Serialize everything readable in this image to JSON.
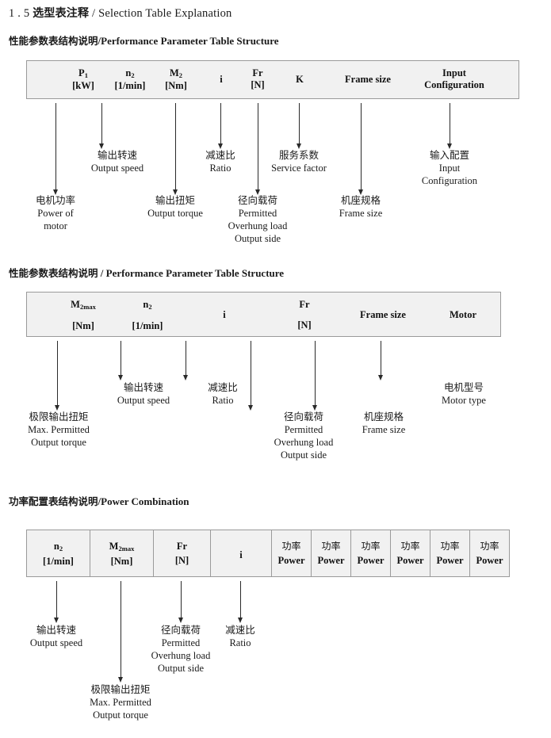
{
  "document": {
    "section_number": "1 . 5",
    "title_cn": "选型表注释",
    "title_sep": "/",
    "title_en": "Selection Table Explanation"
  },
  "sections": [
    {
      "heading_cn": "性能参数表结构说明",
      "heading_sep": "/",
      "heading_en": "Performance Parameter Table Structure",
      "table": {
        "columns": [
          {
            "line1": "P",
            "sub1": "1",
            "line2": "[kW]"
          },
          {
            "line1": "n",
            "sub1": "2",
            "line2": "[1/min]"
          },
          {
            "line1": "M",
            "sub1": "2",
            "line2": "[Nm]"
          },
          {
            "line1": "i",
            "sub1": "",
            "line2": ""
          },
          {
            "line1": "Fr",
            "sub1": "",
            "line2": "[N]"
          },
          {
            "line1": "K",
            "sub1": "",
            "line2": ""
          },
          {
            "line1": "Frame size",
            "sub1": "",
            "line2": ""
          },
          {
            "line1": "Input",
            "sub1": "",
            "line2": "Configuration"
          }
        ]
      },
      "notes": [
        {
          "cn": "电机功率",
          "en1": "Power of",
          "en2": "motor",
          "en3": ""
        },
        {
          "cn": "输出转速",
          "en1": "Output speed",
          "en2": "",
          "en3": ""
        },
        {
          "cn": "输出扭矩",
          "en1": "Output torque",
          "en2": "",
          "en3": ""
        },
        {
          "cn": "减速比",
          "en1": "Ratio",
          "en2": "",
          "en3": ""
        },
        {
          "cn": "径向载荷",
          "en1": "Permitted",
          "en2": "Overhung load",
          "en3": "Output side"
        },
        {
          "cn": "服务系数",
          "en1": "Service factor",
          "en2": "",
          "en3": ""
        },
        {
          "cn": "机座规格",
          "en1": "Frame size",
          "en2": "",
          "en3": ""
        },
        {
          "cn": "输入配置",
          "en1": "Input",
          "en2": "Configuration",
          "en3": ""
        }
      ]
    },
    {
      "heading_cn": "性能参数表结构说明",
      "heading_sep": "/",
      "heading_en": "Performance Parameter Table Structure",
      "table": {
        "columns": [
          {
            "line1": "M",
            "sub1": "2max",
            "line2": "[Nm]"
          },
          {
            "line1": "n",
            "sub1": "2",
            "line2": "[1/min]"
          },
          {
            "line1": "i",
            "sub1": "",
            "line2": ""
          },
          {
            "line1": "Fr",
            "sub1": "",
            "line2": "[N]"
          },
          {
            "line1": "Frame size",
            "sub1": "",
            "line2": ""
          },
          {
            "line1": "Motor",
            "sub1": "",
            "line2": ""
          }
        ]
      },
      "notes": [
        {
          "cn": "极限输出扭矩",
          "en1": "Max. Permitted",
          "en2": "Output  torque",
          "en3": ""
        },
        {
          "cn": "输出转速",
          "en1": "Output speed",
          "en2": "",
          "en3": ""
        },
        {
          "cn": "减速比",
          "en1": "Ratio",
          "en2": "",
          "en3": ""
        },
        {
          "cn": "径向载荷",
          "en1": "Permitted",
          "en2": "Overhung load",
          "en3": "Output side"
        },
        {
          "cn": "机座规格",
          "en1": "Frame size",
          "en2": "",
          "en3": ""
        },
        {
          "cn": "电机型号",
          "en1": "Motor type",
          "en2": "",
          "en3": ""
        }
      ]
    },
    {
      "heading_cn": "功率配置表结构说明",
      "heading_sep": "/",
      "heading_en": "Power Combination",
      "table": {
        "columns": [
          {
            "line1": "n",
            "sub1": "2",
            "line2": "[1/min]"
          },
          {
            "line1": "M",
            "sub1": "2max",
            "line2": "[Nm]"
          },
          {
            "line1": "Fr",
            "sub1": "",
            "line2": "[N]"
          },
          {
            "line1": "i",
            "sub1": "",
            "line2": ""
          },
          {
            "line1": "功率",
            "sub1": "",
            "line2": "Power"
          },
          {
            "line1": "功率",
            "sub1": "",
            "line2": "Power"
          },
          {
            "line1": "功率",
            "sub1": "",
            "line2": "Power"
          },
          {
            "line1": "功率",
            "sub1": "",
            "line2": "Power"
          },
          {
            "line1": "功率",
            "sub1": "",
            "line2": "Power"
          },
          {
            "line1": "功率",
            "sub1": "",
            "line2": "Power"
          }
        ]
      },
      "notes": [
        {
          "cn": "输出转速",
          "en1": "Output speed",
          "en2": "",
          "en3": ""
        },
        {
          "cn": "极限输出扭矩",
          "en1": "Max. Permitted",
          "en2": "Output  torque",
          "en3": ""
        },
        {
          "cn": "径向载荷",
          "en1": "Permitted",
          "en2": "Overhung load",
          "en3": "Output side"
        },
        {
          "cn": "减速比",
          "en1": "Ratio",
          "en2": "",
          "en3": ""
        }
      ]
    }
  ]
}
